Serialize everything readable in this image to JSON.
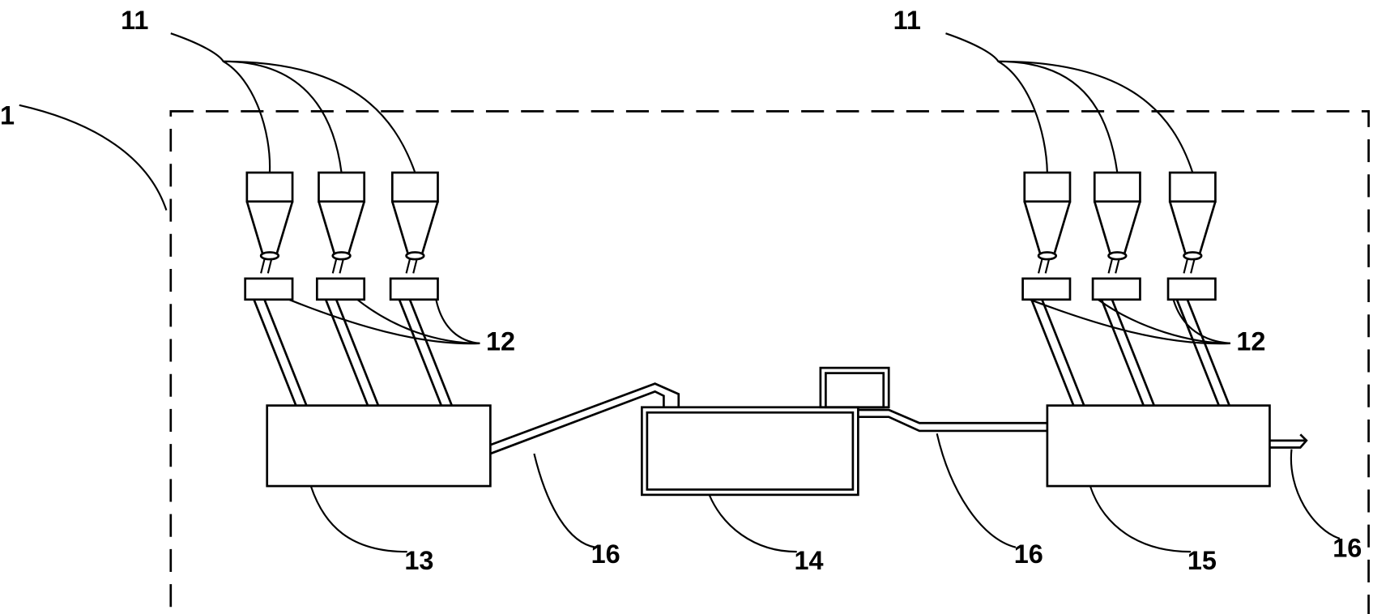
{
  "labels": {
    "system": "1",
    "hopper_left": "11",
    "hopper_right": "11",
    "feeder_left": "12",
    "feeder_right": "12",
    "mixer": "13",
    "tank": "14",
    "unit_right": "15",
    "pipe_a": "16",
    "pipe_b": "16",
    "pipe_c": "16"
  }
}
